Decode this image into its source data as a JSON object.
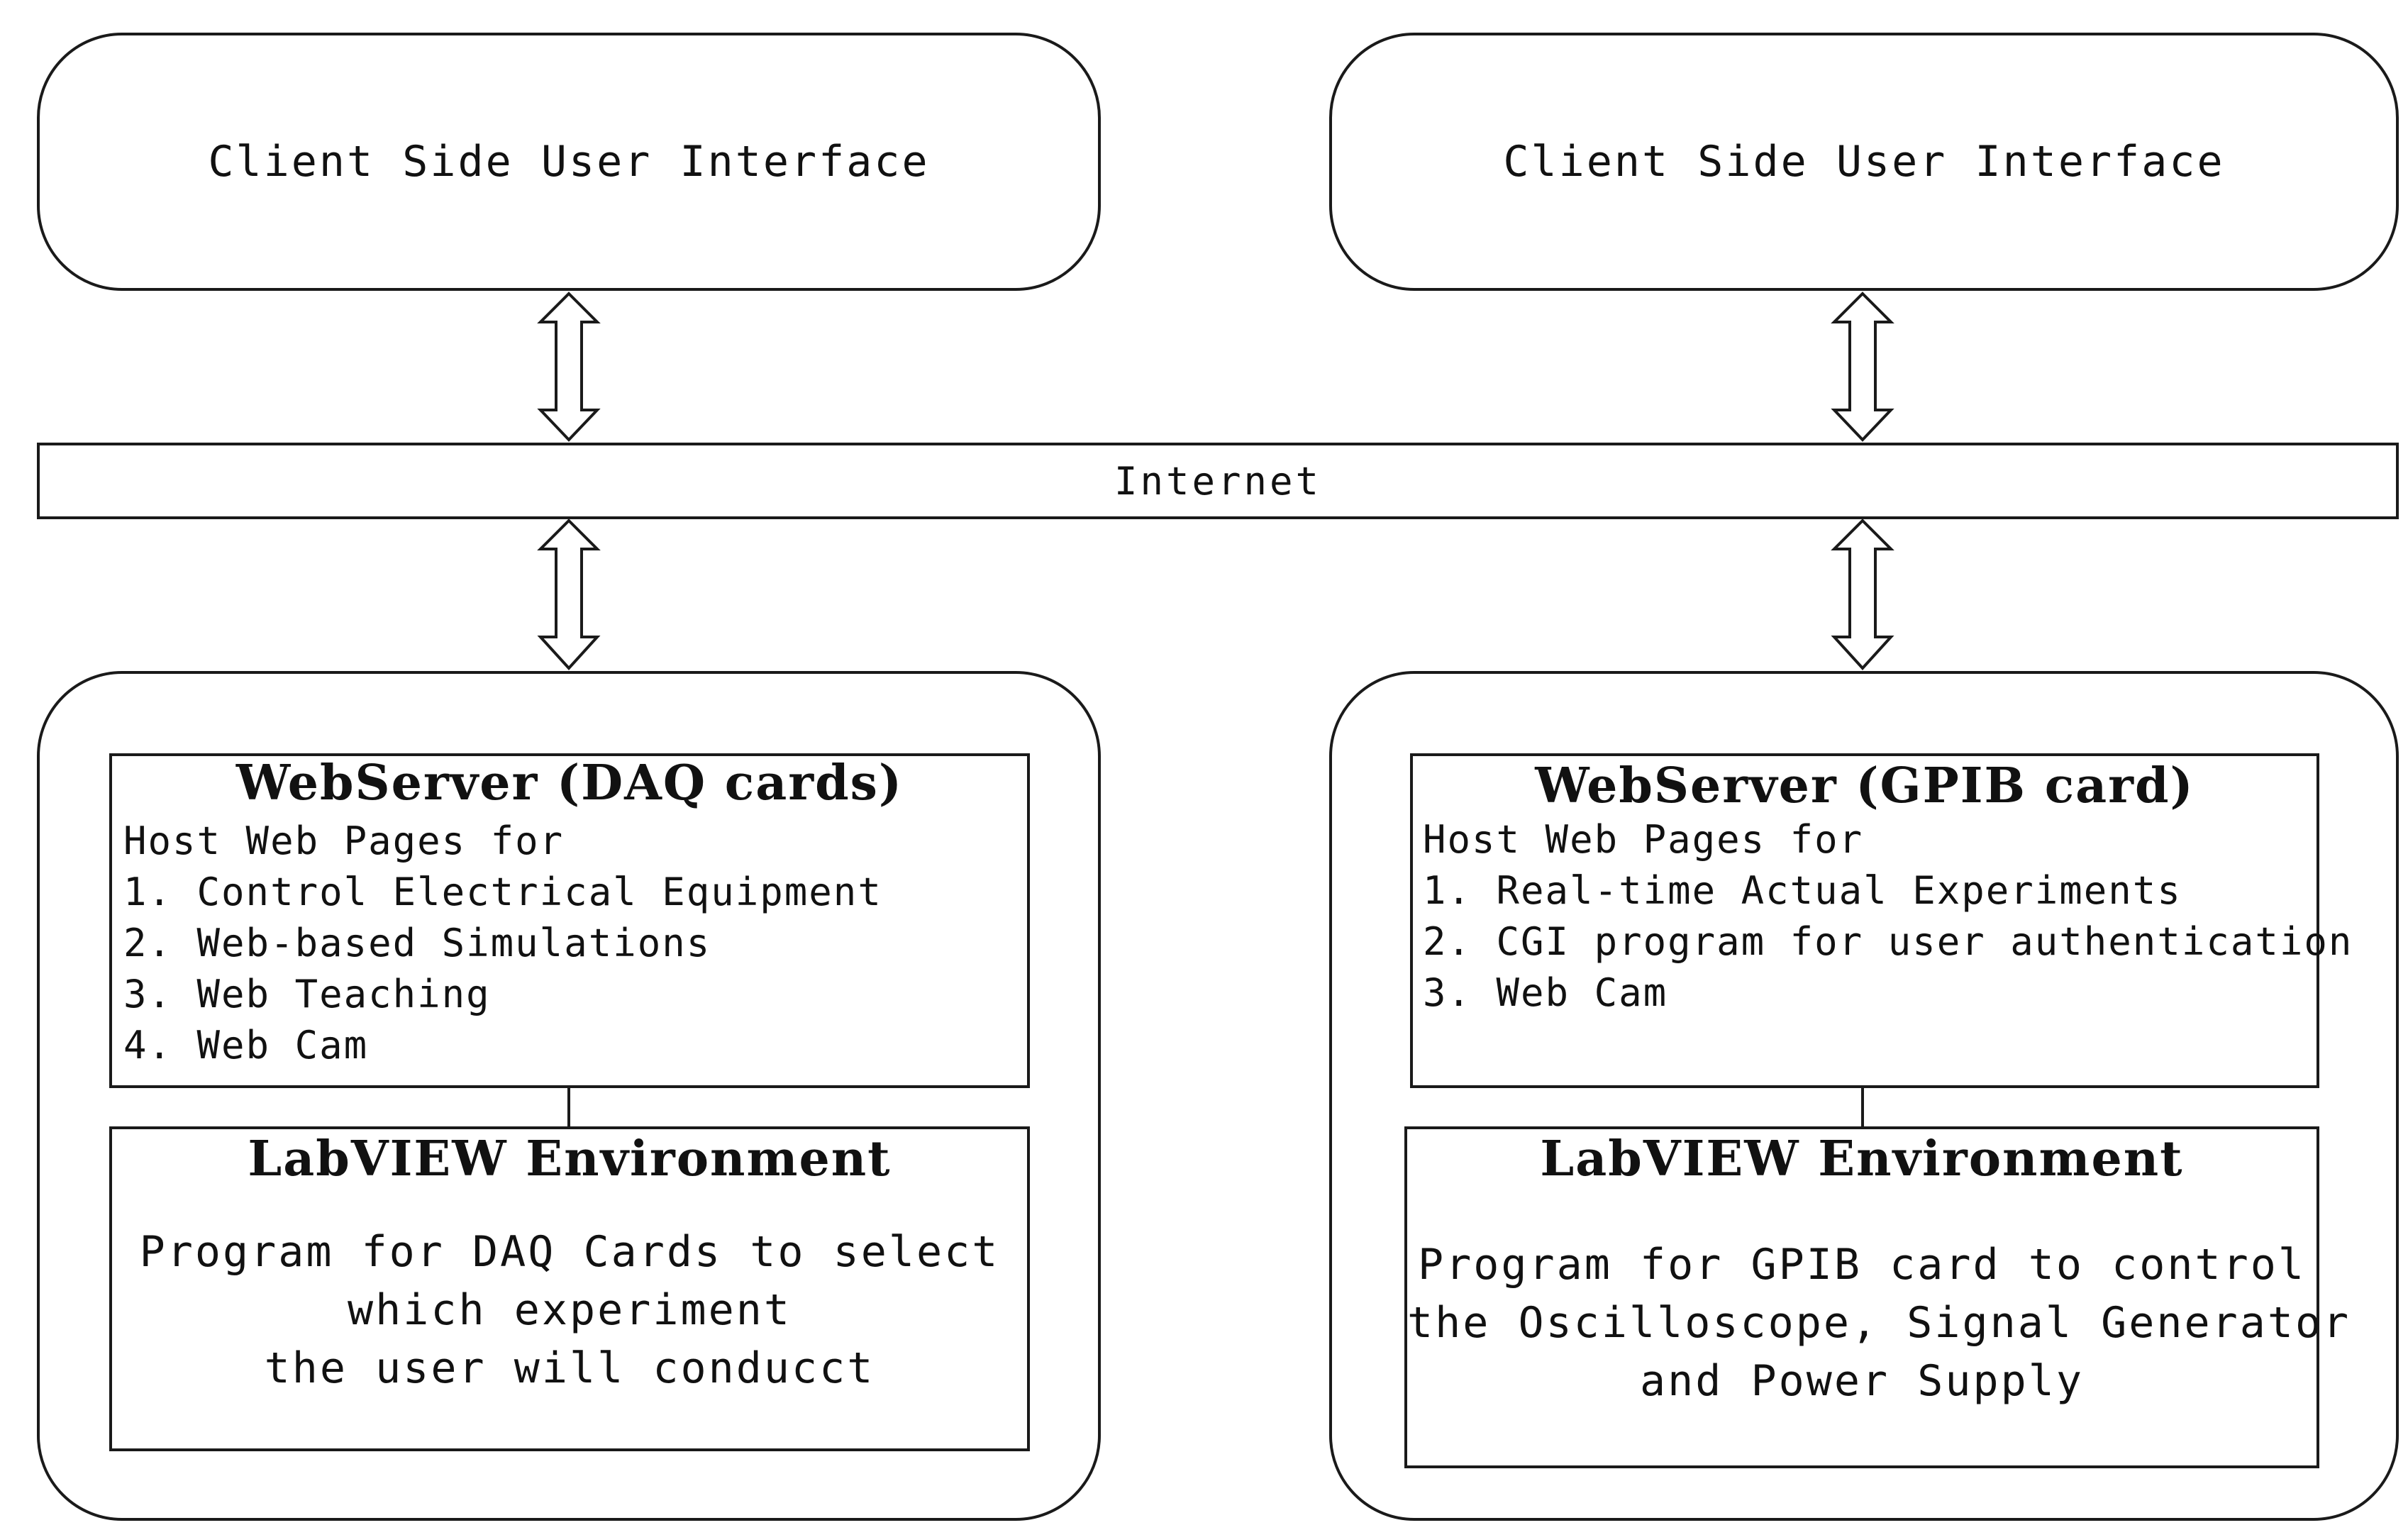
{
  "clients": [
    {
      "label": "Client Side User Interface"
    },
    {
      "label": "Client Side User Interface"
    }
  ],
  "internet": {
    "label": "Internet"
  },
  "servers": [
    {
      "webserver_title": "WebServer (DAQ cards)",
      "host_lines": [
        "Host Web Pages  for",
        "1. Control Electrical Equipment",
        "2. Web-based Simulations",
        "3. Web Teaching",
        "4. Web Cam"
      ],
      "labview_title": "LabVIEW Environment",
      "program_lines": [
        "Program for DAQ Cards to select",
        "which experiment",
        "the user will conducct"
      ]
    },
    {
      "webserver_title": "WebServer (GPIB card)",
      "host_lines": [
        "Host Web Pages  for",
        "1. Real-time Actual Experiments",
        "2. CGI program for user authentication",
        "3. Web Cam"
      ],
      "labview_title": "LabVIEW Environment",
      "program_lines": [
        "Program for GPIB card to control",
        "the Oscilloscope, Signal Generator",
        "and Power Supply"
      ]
    }
  ]
}
